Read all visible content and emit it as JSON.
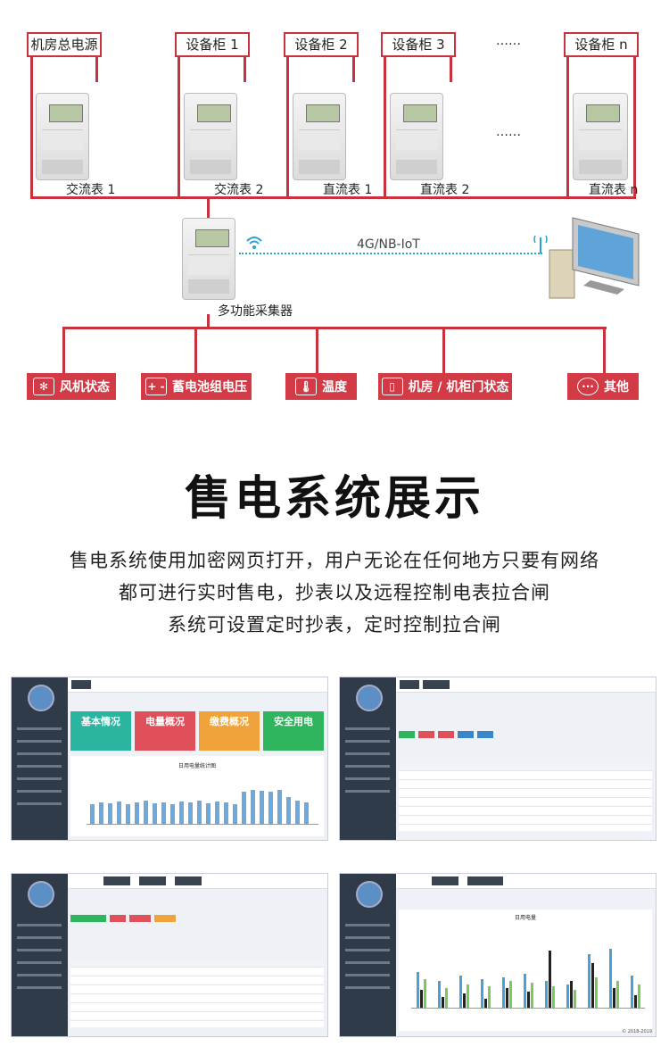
{
  "top_labels": {
    "main_power": "机房总电源",
    "cab1": "设备柜 1",
    "cab2": "设备柜 2",
    "cab3": "设备柜 3",
    "dots": "……",
    "dots2": "……",
    "cabn": "设备柜 n"
  },
  "meters": {
    "ac1": "交流表 1",
    "ac2": "交流表 2",
    "dc1": "直流表 1",
    "dc2": "直流表 2",
    "dcn": "直流表 n"
  },
  "collector": {
    "network": "4G/NB-IoT",
    "label": "多功能采集器"
  },
  "functions": [
    {
      "label": "风机状态",
      "icon": "fan-icon",
      "glyph": "✻"
    },
    {
      "label": "蓄电池组电压",
      "icon": "battery-icon",
      "glyph": "+ -"
    },
    {
      "label": "温度",
      "icon": "thermometer-icon",
      "glyph": "🌡"
    },
    {
      "label": "机房 / 机柜门状态",
      "icon": "door-icon",
      "glyph": "▯"
    },
    {
      "label": "其他",
      "icon": "more-icon",
      "glyph": "···"
    }
  ],
  "section": {
    "title": "售电系统展示",
    "desc1": "售电系统使用加密网页打开，用户无论在任何地方只要有网络",
    "desc2": "都可进行实时售电，抄表以及远程控制电表拉合闸",
    "desc3": "系统可设置定时抄表，定时控制拉合闸"
  },
  "screens": {
    "s1": {
      "cards": [
        "基本情况",
        "电量概况",
        "缴费概况",
        "安全用电"
      ],
      "card_colors": [
        "#2bb5a0",
        "#e0505b",
        "#f0a33a",
        "#2fb55e"
      ],
      "chart_title": "日用电量统计图"
    },
    "s4": {
      "chart_title": "日用电量"
    },
    "copyright": "© 2018-2019"
  },
  "colors": {
    "accent": "#c8323e",
    "link": "#2aa3c7"
  }
}
